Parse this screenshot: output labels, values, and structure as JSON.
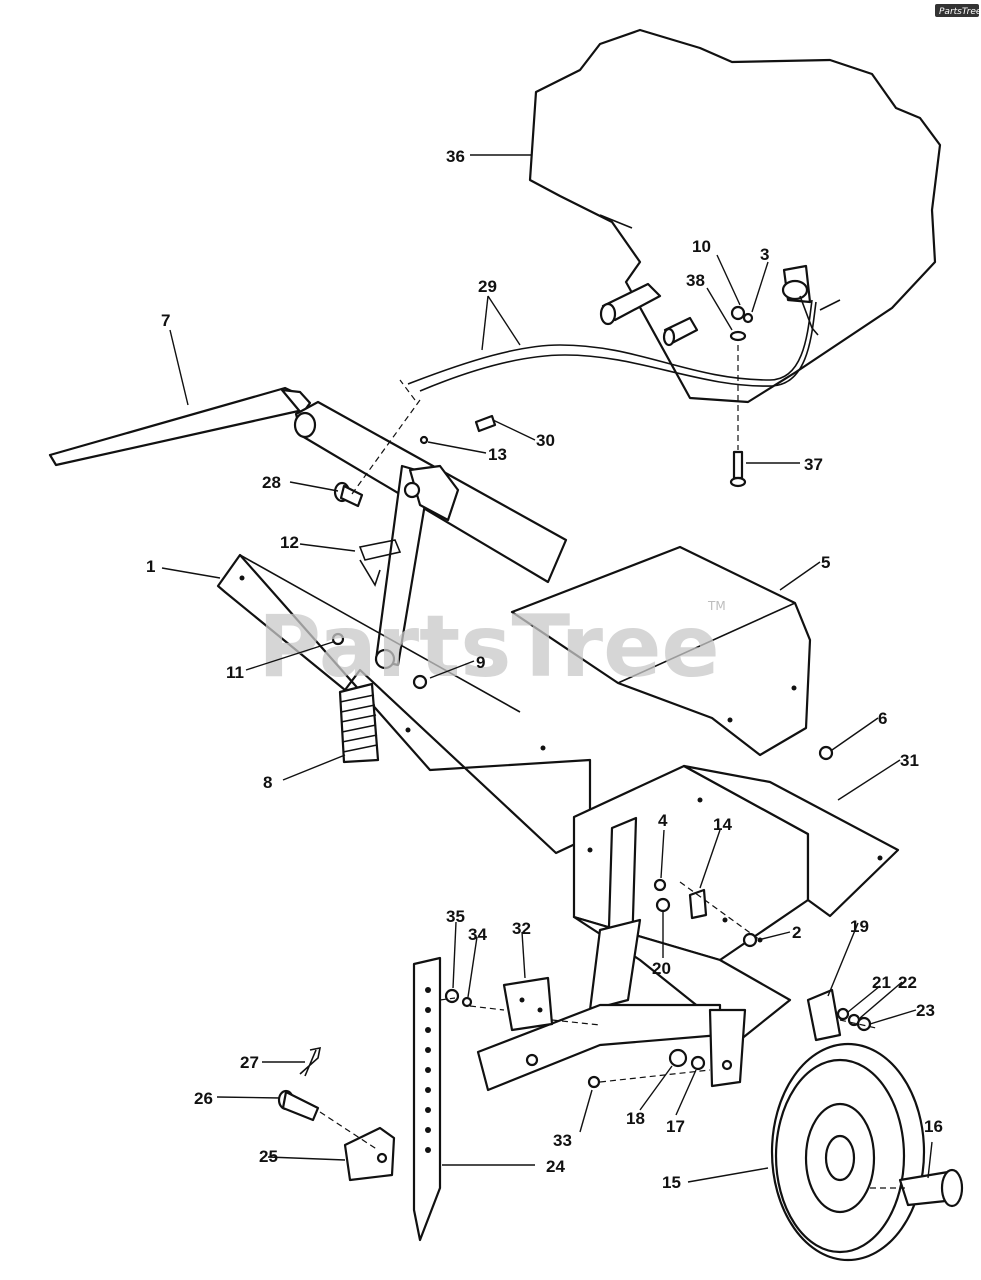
{
  "brand_logo": {
    "text": "PartsTree"
  },
  "watermark": {
    "text": "PartsTree",
    "tm": "TM"
  },
  "callouts": [
    {
      "id": "c1",
      "label": "1"
    },
    {
      "id": "c2",
      "label": "2"
    },
    {
      "id": "c3",
      "label": "3"
    },
    {
      "id": "c4",
      "label": "4"
    },
    {
      "id": "c5",
      "label": "5"
    },
    {
      "id": "c6",
      "label": "6"
    },
    {
      "id": "c7",
      "label": "7"
    },
    {
      "id": "c8",
      "label": "8"
    },
    {
      "id": "c9",
      "label": "9"
    },
    {
      "id": "c10",
      "label": "10"
    },
    {
      "id": "c11",
      "label": "11"
    },
    {
      "id": "c12",
      "label": "12"
    },
    {
      "id": "c13",
      "label": "13"
    },
    {
      "id": "c14",
      "label": "14"
    },
    {
      "id": "c15",
      "label": "15"
    },
    {
      "id": "c16",
      "label": "16"
    },
    {
      "id": "c17",
      "label": "17"
    },
    {
      "id": "c18",
      "label": "18"
    },
    {
      "id": "c19",
      "label": "19"
    },
    {
      "id": "c20",
      "label": "20"
    },
    {
      "id": "c21",
      "label": "21"
    },
    {
      "id": "c22",
      "label": "22"
    },
    {
      "id": "c23",
      "label": "23"
    },
    {
      "id": "c24",
      "label": "24"
    },
    {
      "id": "c25",
      "label": "25"
    },
    {
      "id": "c26",
      "label": "26"
    },
    {
      "id": "c27",
      "label": "27"
    },
    {
      "id": "c28",
      "label": "28"
    },
    {
      "id": "c29",
      "label": "29"
    },
    {
      "id": "c30",
      "label": "30"
    },
    {
      "id": "c31",
      "label": "31"
    },
    {
      "id": "c32",
      "label": "32"
    },
    {
      "id": "c33",
      "label": "33"
    },
    {
      "id": "c34",
      "label": "34"
    },
    {
      "id": "c35",
      "label": "35"
    },
    {
      "id": "c36",
      "label": "36"
    },
    {
      "id": "c37",
      "label": "37"
    },
    {
      "id": "c38",
      "label": "38"
    }
  ]
}
